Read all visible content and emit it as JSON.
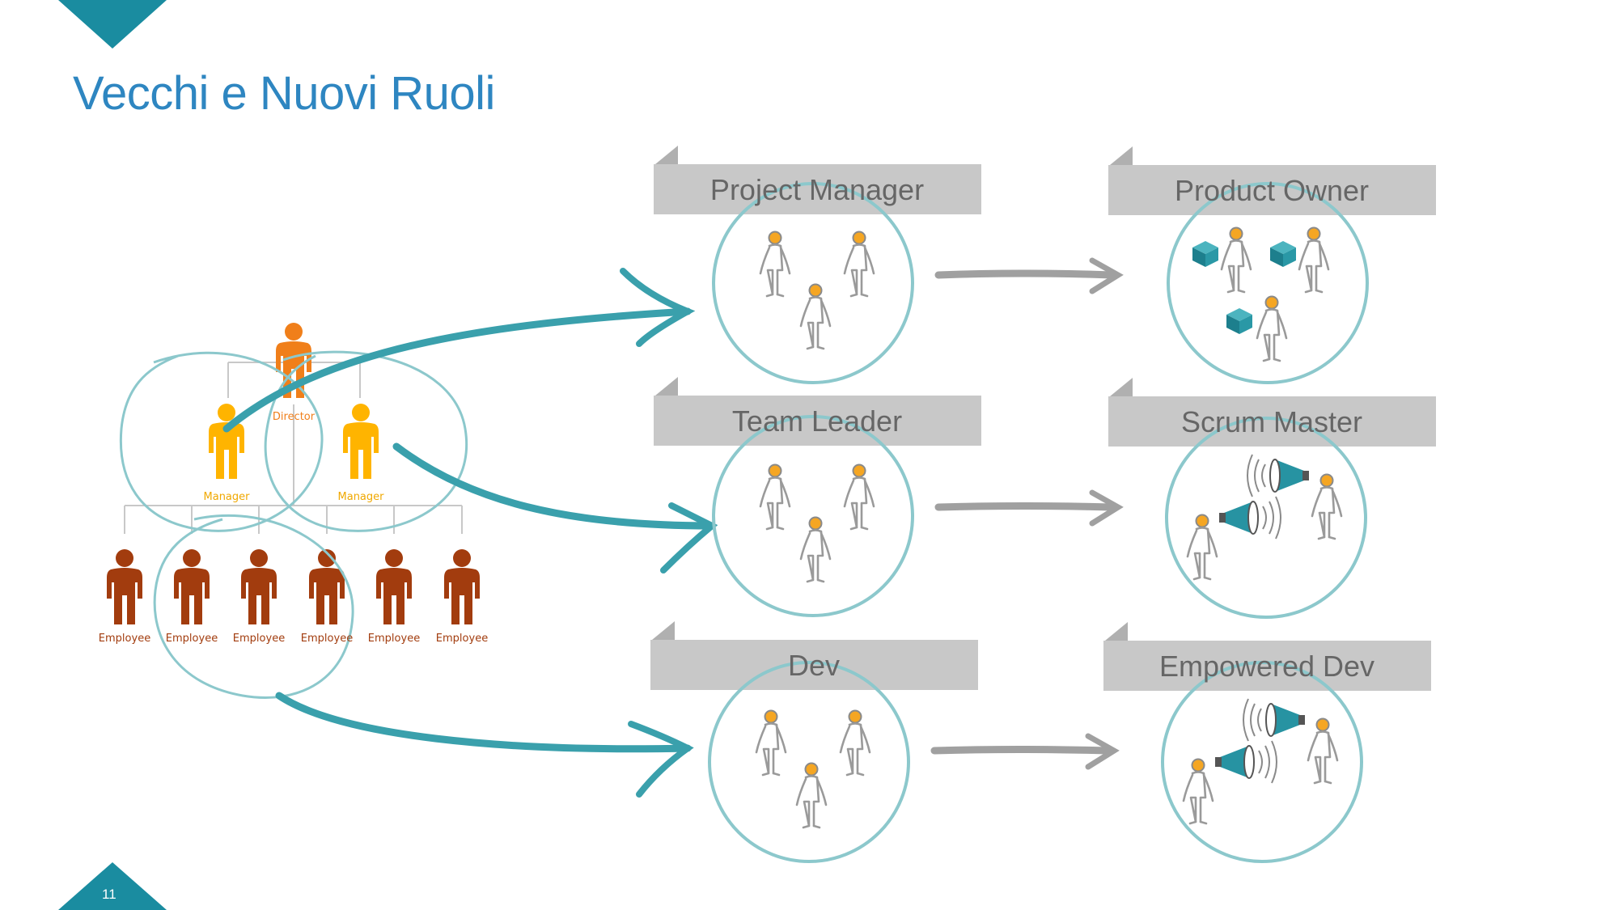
{
  "slide": {
    "title": "Vecchi e Nuovi Ruoli",
    "page_number": "11"
  },
  "colors": {
    "accent": "#1a8ca0",
    "title": "#2e86c1",
    "arrow": "#3aa0ac",
    "ring": "#8cc8cc",
    "banner": "#c8c8c8",
    "director": "#f07f1a",
    "manager": "#ffb400",
    "employee": "#a23c0e",
    "figure": "#9a9a9a",
    "head": "#f5a623"
  },
  "org_chart": {
    "director": "Director",
    "managers": [
      "Manager",
      "Manager"
    ],
    "employees": [
      "Employee",
      "Employee",
      "Employee",
      "Employee",
      "Employee",
      "Employee"
    ]
  },
  "old_roles": [
    {
      "label": "Project Manager",
      "icon": "team-icon"
    },
    {
      "label": "Team Leader",
      "icon": "team-icon"
    },
    {
      "label": "Dev",
      "icon": "team-icon"
    }
  ],
  "new_roles": [
    {
      "label": "Product Owner",
      "icon": "product-boxes-icon"
    },
    {
      "label": "Scrum Master",
      "icon": "megaphone-icon"
    },
    {
      "label": "Empowered Dev",
      "icon": "megaphone-icon"
    }
  ]
}
